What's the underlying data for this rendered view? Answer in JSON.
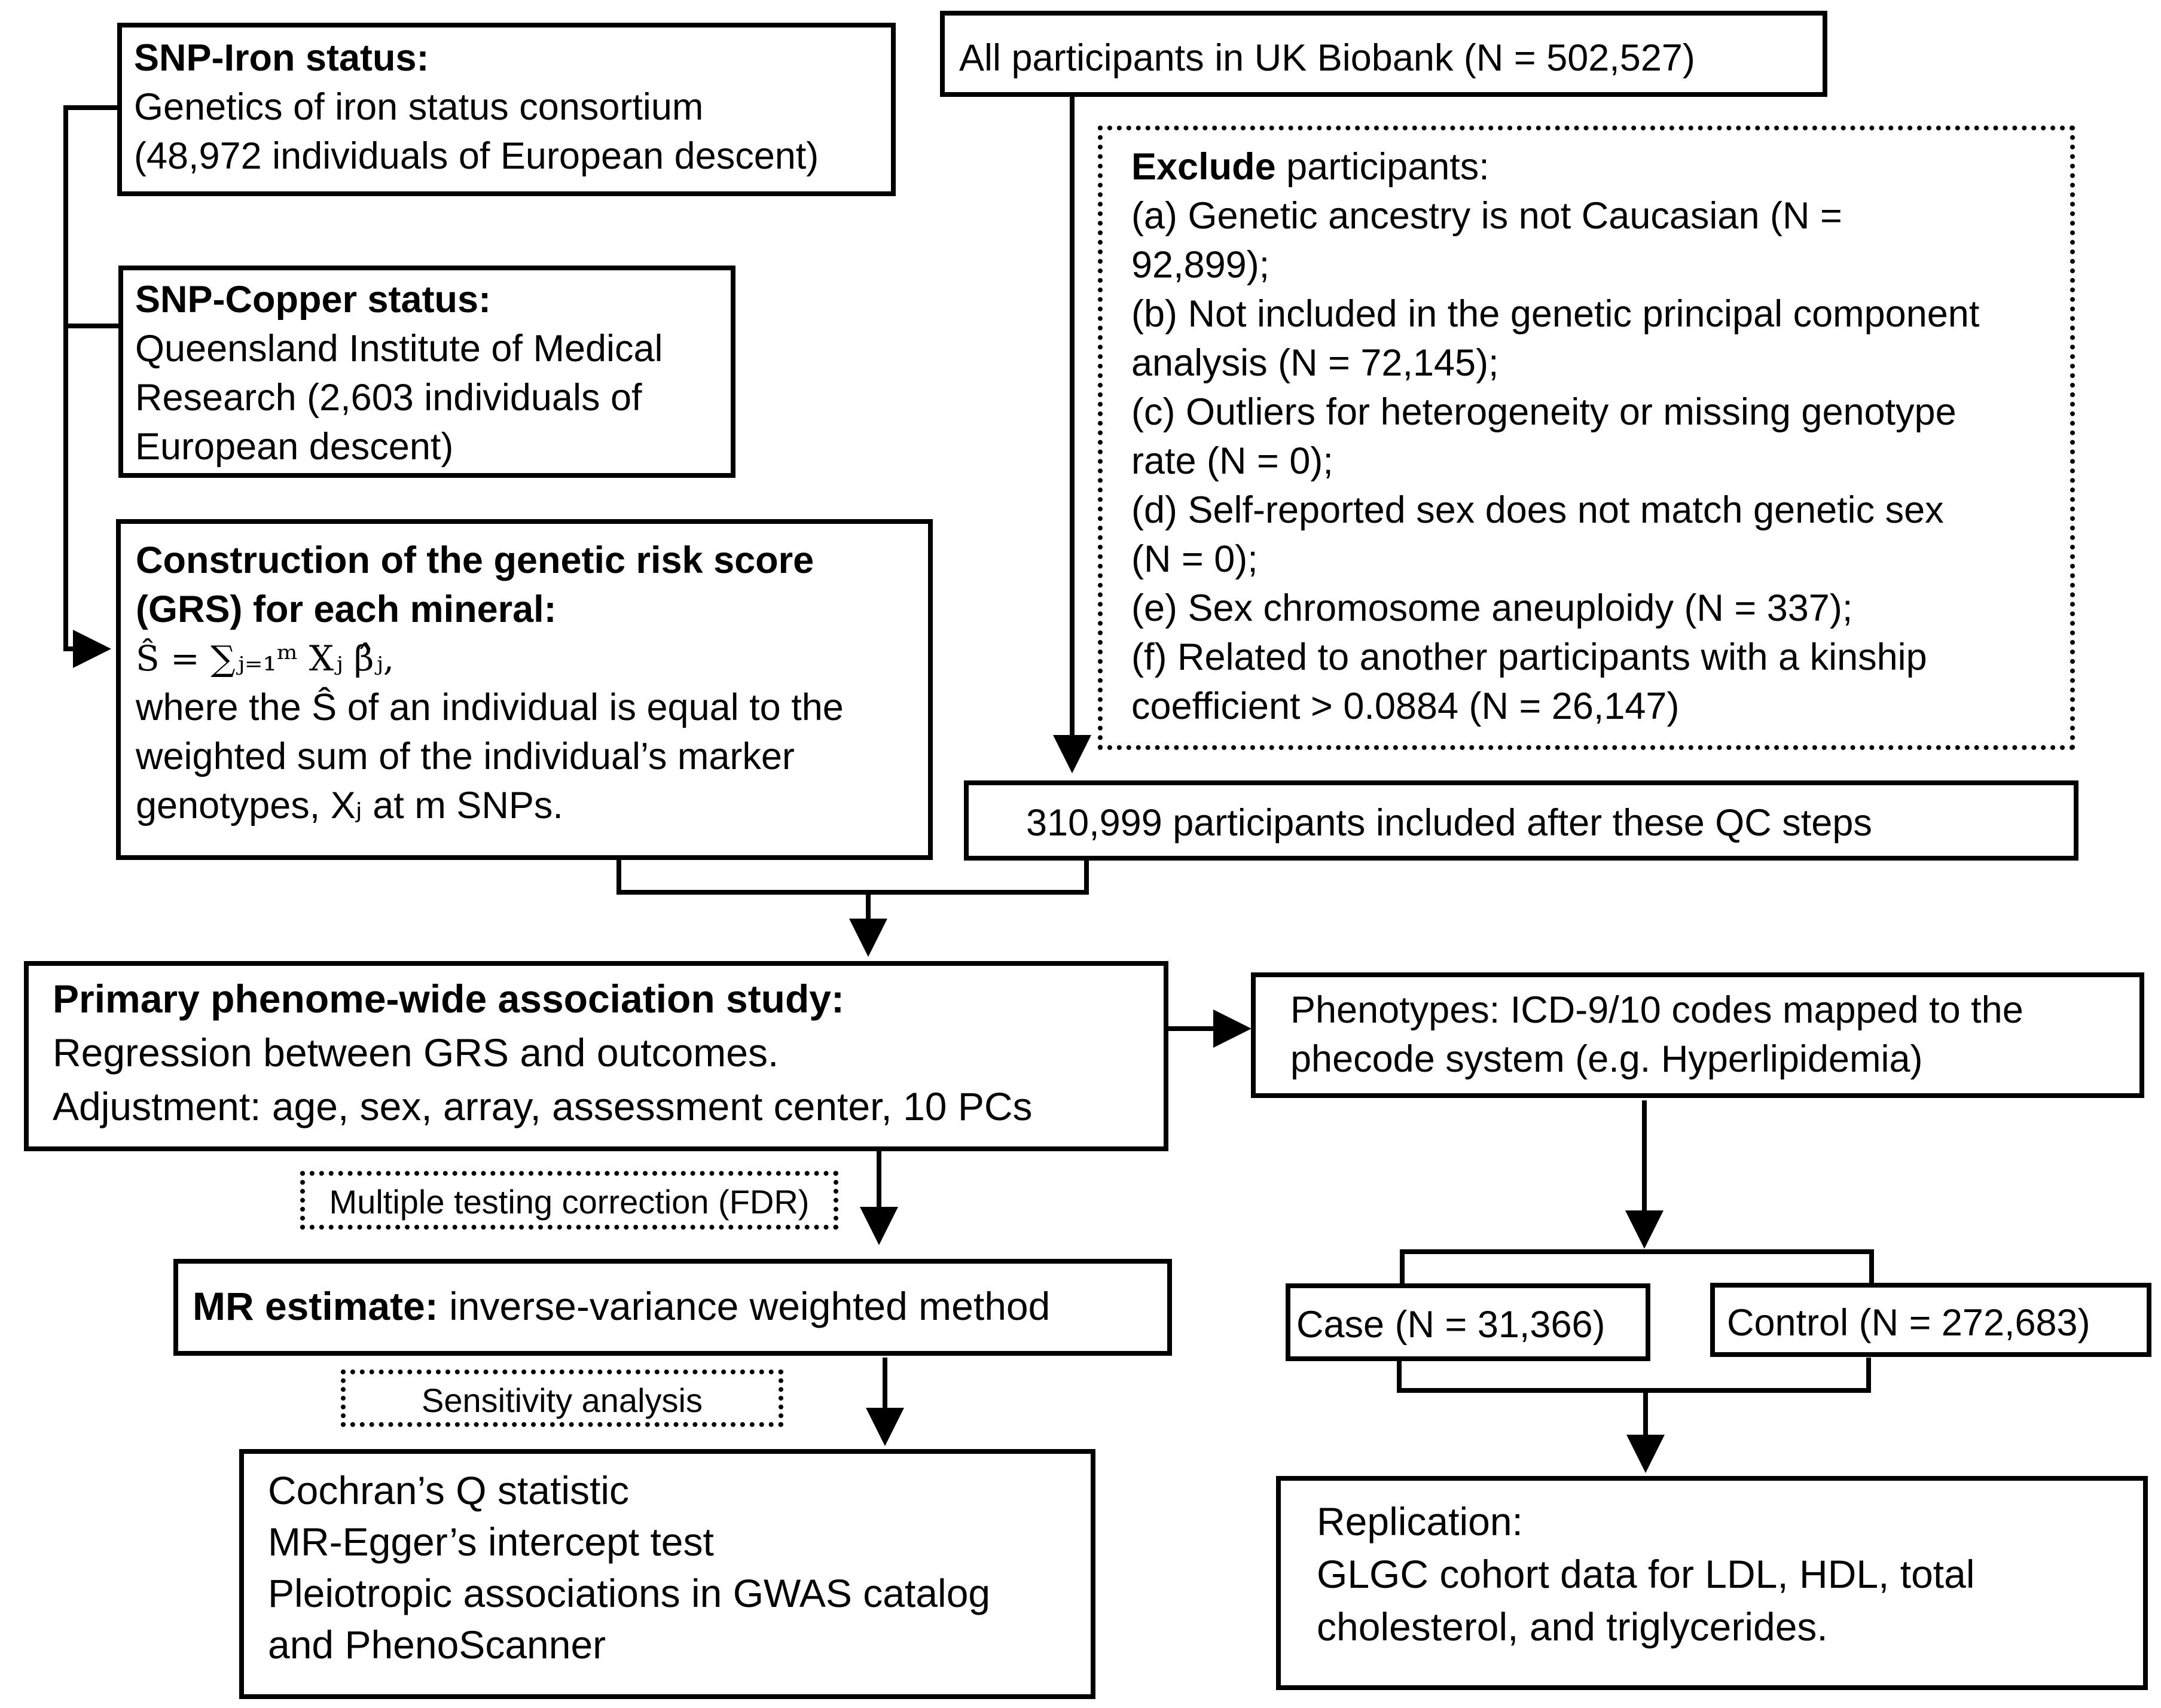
{
  "iron": {
    "heading": "SNP-Iron status:",
    "line1": "Genetics of iron status consortium",
    "line2": "(48,972 individuals of European descent)"
  },
  "copper": {
    "heading": "SNP-Copper status:",
    "line1": "Queensland Institute of Medical",
    "line2": "Research (2,603 individuals of",
    "line3": "European descent)"
  },
  "grs": {
    "heading1": "Construction of the genetic risk score",
    "heading2": "(GRS) for each mineral:",
    "formula": "Ŝ = ∑ⱼ₌₁ᵐ Xⱼ β̂ⱼ,",
    "line1": "where the Ŝ  of an individual is equal to the",
    "line2": "weighted sum of the individual’s marker",
    "line3": "genotypes, Xⱼ at m SNPs."
  },
  "all_participants": "All participants in UK Biobank (N = 502,527)",
  "exclude": {
    "heading_bold": "Exclude",
    "heading_rest": " participants:",
    "lines": [
      "(a) Genetic ancestry is not Caucasian (N =",
      "92,899);",
      "(b) Not included in the genetic principal component",
      "analysis (N = 72,145);",
      "(c) Outliers for heterogeneity or missing genotype",
      "rate (N = 0);",
      "(d) Self-reported sex does not match genetic sex",
      "(N = 0);",
      "(e) Sex chromosome aneuploidy (N = 337);",
      "(f)  Related to another participants with a kinship",
      "coefficient > 0.0884 (N = 26,147)"
    ]
  },
  "included": "310,999 participants included after these QC steps",
  "phewas": {
    "heading": "Primary phenome-wide association study:",
    "line1": "Regression between GRS and outcomes.",
    "line2": "Adjustment: age, sex, array, assessment center, 10 PCs"
  },
  "phenotypes": {
    "line1": "Phenotypes: ICD-9/10 codes mapped to the",
    "line2": "phecode system (e.g. Hyperlipidemia)"
  },
  "fdr": "Multiple testing correction (FDR)",
  "mr": {
    "heading": "MR estimate:",
    "rest": " inverse-variance weighted method"
  },
  "case": "Case (N = 31,366)",
  "control": "Control (N = 272,683)",
  "sensitivity": "Sensitivity analysis",
  "sens_results": {
    "line1": "Cochran’s Q statistic",
    "line2": "MR-Egger’s intercept test",
    "line3": "Pleiotropic associations in GWAS catalog",
    "line4": "and PhenoScanner"
  },
  "replication": {
    "line1": "Replication:",
    "line2": "GLGC cohort data for LDL, HDL, total",
    "line3": "cholesterol, and triglycerides."
  }
}
